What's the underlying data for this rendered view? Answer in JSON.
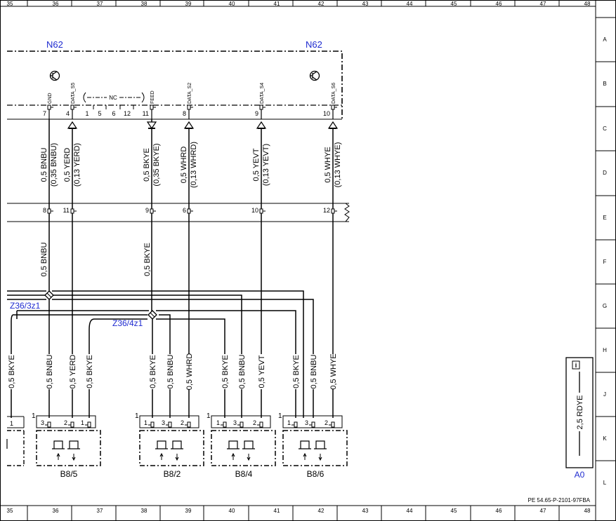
{
  "frame": {
    "columns": [
      "35",
      "36",
      "37",
      "38",
      "39",
      "40",
      "41",
      "42",
      "43",
      "44",
      "45",
      "46",
      "47",
      "48"
    ],
    "rows": [
      "A",
      "B",
      "C",
      "D",
      "E",
      "F",
      "G",
      "H",
      "J",
      "K",
      "L"
    ],
    "doc_id": "PE 54.65-P-2101-97FBA"
  },
  "module": {
    "name_left": "N62",
    "name_right": "N62",
    "nc_label": "NC",
    "pins": [
      {
        "label": "GND",
        "num": "7"
      },
      {
        "label": "DATA_S5",
        "num": "4"
      },
      {
        "label": "",
        "num": "1"
      },
      {
        "label": "",
        "num": "5"
      },
      {
        "label": "",
        "num": "6"
      },
      {
        "label": "",
        "num": "12"
      },
      {
        "label": "FEED",
        "num": "11"
      },
      {
        "label": "DATA_S2",
        "num": "8"
      },
      {
        "label": "DATA_S4",
        "num": "9"
      },
      {
        "label": "DATA_S6",
        "num": "10"
      }
    ]
  },
  "upper_wires": [
    {
      "main": "0,5 BNBU",
      "alt": "(0,35 BNBU)"
    },
    {
      "main": "0,5 YERD",
      "alt": "(0,13 YERD)"
    },
    {
      "main": "0,5 BKYE",
      "alt": "(0,35 BKYE)"
    },
    {
      "main": "0,5 WHRD",
      "alt": "(0,13 WHRD)"
    },
    {
      "main": "0,5 YEVT",
      "alt": "(0,13 YEVT)"
    },
    {
      "main": "0,5 WHYE",
      "alt": "(0,13 WHYE)"
    }
  ],
  "connector_pins": [
    "8",
    "11",
    "9",
    "6",
    "10",
    "12"
  ],
  "mid_wires": [
    "0,5 BNBU",
    "0,5 BKYE"
  ],
  "splices": [
    "Z36/3z1",
    "Z36/4z1"
  ],
  "lower_wires": [
    "0,5 BKYE",
    "0,5 BNBU",
    "0,5 YERD",
    "0,5 BKYE",
    "0,5 BKYE",
    "0,5 BNBU",
    "0,5 WHRD",
    "0,5 BKYE",
    "0,5 BNBU",
    "0,5 YEVT",
    "0,5 BKYE",
    "0,5 BNBU",
    "0,5 WHYE"
  ],
  "sensors": [
    {
      "name": "B8/5",
      "corner": "1",
      "pins": [
        "3",
        "2",
        "1"
      ]
    },
    {
      "name": "B8/2",
      "corner": "1",
      "pins": [
        "1",
        "3",
        "2"
      ]
    },
    {
      "name": "B8/4",
      "corner": "1",
      "pins": [
        "1",
        "3",
        "2"
      ]
    },
    {
      "name": "B8/6",
      "corner": "1",
      "pins": [
        "1",
        "3",
        "2"
      ]
    }
  ],
  "left_sensor_pin": "1",
  "legend": {
    "icon": "info-icon",
    "icon_glyph": "i",
    "wire": "2,5 RDYE",
    "label": "A0"
  }
}
